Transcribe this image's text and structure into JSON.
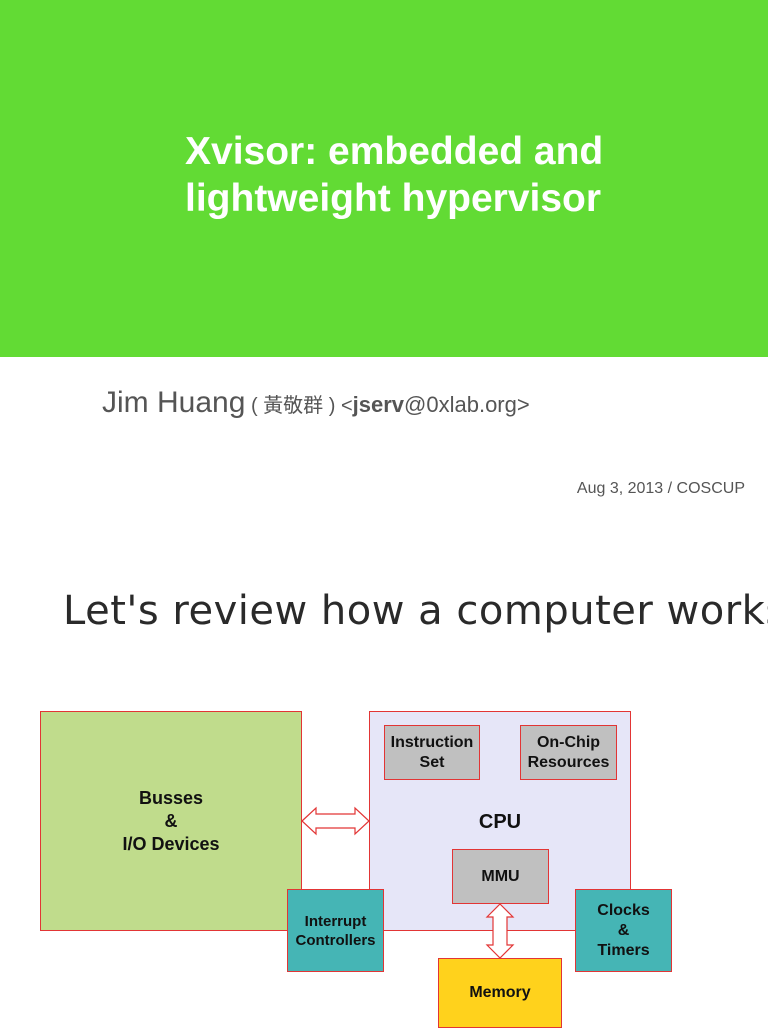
{
  "slide1": {
    "title_line1": "Xvisor: embedded and",
    "title_line2": "lightweight hypervisor",
    "author_name": "Jim Huang",
    "author_cjk": " ( 黃敬群 ) <",
    "author_email_user": "jserv",
    "author_email_domain": "@0xlab.org>",
    "date_event": "Aug 3, 2013 / COSCUP"
  },
  "slide2": {
    "title": "Let's review how a computer works",
    "diagram": {
      "busses": "Busses\n&\nI/O Devices",
      "cpu": "CPU",
      "instruction_set": "Instruction\nSet",
      "on_chip": "On-Chip\nResources",
      "mmu": "MMU",
      "interrupt": "Interrupt\nControllers",
      "clocks": "Clocks\n&\nTimers",
      "memory": "Memory"
    }
  },
  "colors": {
    "banner": "#62db34",
    "busses": "#c0dc8c",
    "cpu": "#e6e6f8",
    "gray_box": "#c0c0c0",
    "teal_box": "#45b5b5",
    "memory": "#ffd21c",
    "border": "#e23535"
  }
}
